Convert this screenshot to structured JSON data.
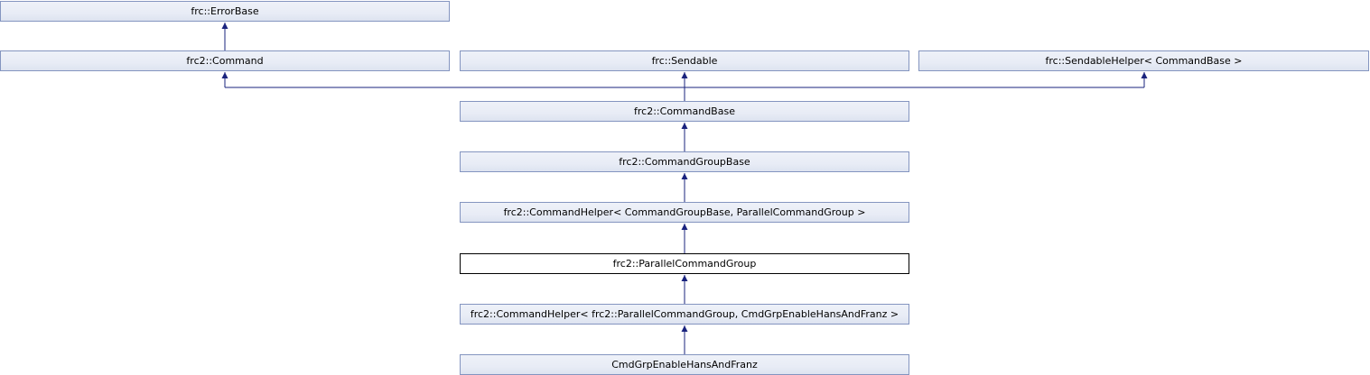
{
  "diagram": {
    "nodes": {
      "errorbase": "frc::ErrorBase",
      "command": "frc2::Command",
      "sendable": "frc::Sendable",
      "sendablehelper": "frc::SendableHelper< CommandBase >",
      "commandbase": "frc2::CommandBase",
      "commandgroupbase": "frc2::CommandGroupBase",
      "commandhelper1": "frc2::CommandHelper< CommandGroupBase, ParallelCommandGroup >",
      "parallel": "frc2::ParallelCommandGroup",
      "commandhelper2": "frc2::CommandHelper< frc2::ParallelCommandGroup, CmdGrpEnableHansAndFranz >",
      "cmdgrp": "CmdGrpEnableHansAndFranz"
    },
    "current_node": "parallel",
    "edge_color": "#1a237e"
  }
}
